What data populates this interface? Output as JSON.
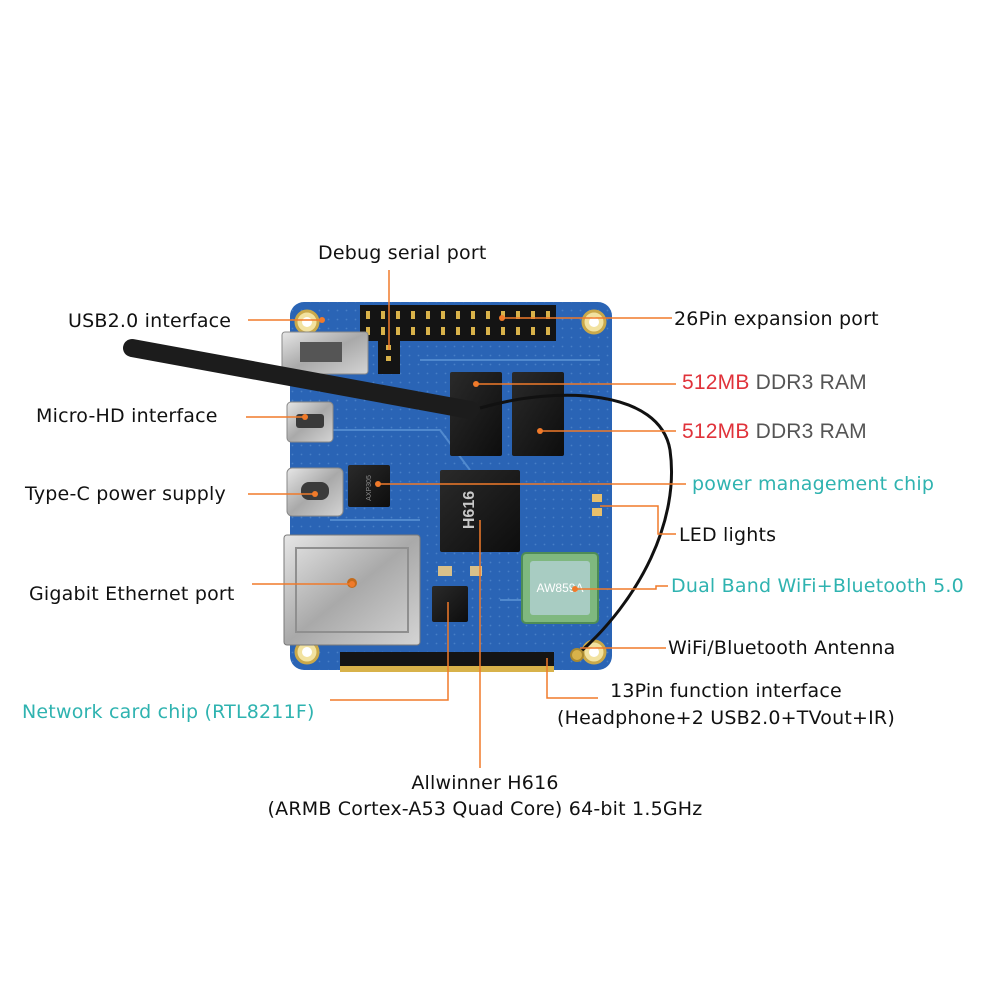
{
  "colors": {
    "accent_line": "#f07a2a",
    "teal_text": "#2fb3b0",
    "red_text": "#e0323a",
    "board_blue": "#2a64b5"
  },
  "labels": {
    "debug_serial": "Debug serial port",
    "usb2": "USB2.0 interface",
    "expansion26": "26Pin expansion port",
    "ram_1_capacity": "512MB",
    "ram_1_type": " DDR3 RAM",
    "ram_2_capacity": "512MB",
    "ram_2_type": " DDR3 RAM",
    "micro_hd": "Micro-HD interface",
    "type_c": "Type-C power supply",
    "pmic": "power management chip",
    "led": "LED lights",
    "ethernet": "Gigabit Ethernet port",
    "wifi_bt": "Dual Band WiFi+Bluetooth 5.0",
    "antenna": "WiFi/Bluetooth Antenna",
    "pin13_line1": "13Pin function interface",
    "pin13_line2": "(Headphone+2 USB2.0+TVout+IR)",
    "network_chip": "Network card chip (RTL8211F)",
    "soc_line1": "Allwinner H616",
    "soc_line2": "(ARMB Cortex-A53 Quad Core) 64-bit 1.5GHz"
  },
  "board_markings": {
    "soc": "H616",
    "pmic": "AXP305",
    "wifi_module": "AW859A"
  }
}
